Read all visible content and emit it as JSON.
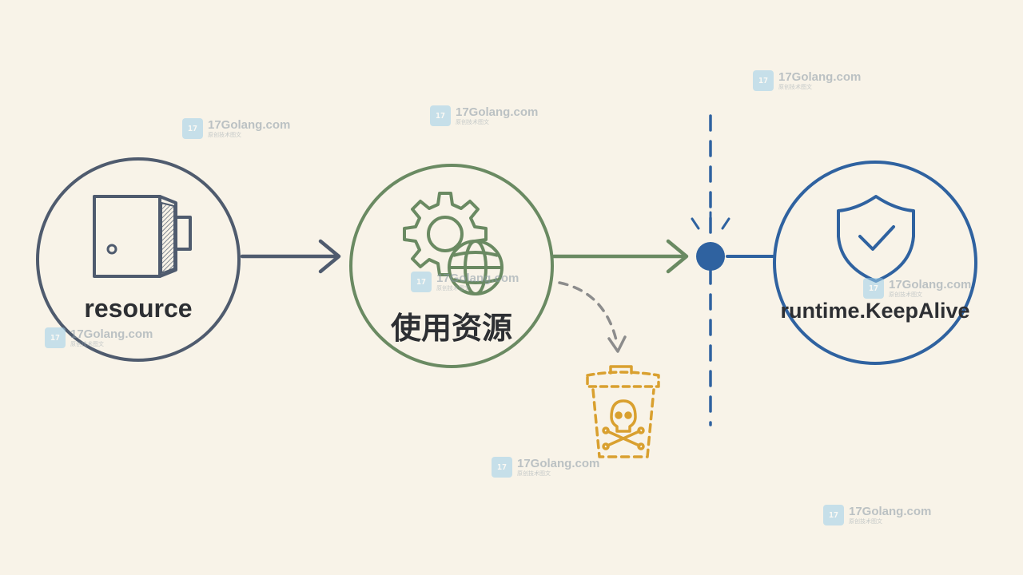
{
  "nodes": {
    "resource": {
      "label": "resource",
      "icon": "door-icon",
      "color": "#4f5b6e"
    },
    "use_resource": {
      "label": "使用资源",
      "icon": "gear-globe-icon",
      "color": "#6a8a62"
    },
    "keepalive": {
      "label": "runtime.KeepAlive",
      "icon": "shield-check-icon",
      "color": "#2f62a0"
    }
  },
  "garbage": {
    "icon": "trash-skull-icon",
    "color": "#d9a02f"
  },
  "barrier": {
    "icon": "keepalive-point-icon",
    "color": "#2f62a0"
  },
  "watermark": {
    "site": "17Golang.com",
    "sub": "原创技术图文",
    "logo": "17"
  }
}
